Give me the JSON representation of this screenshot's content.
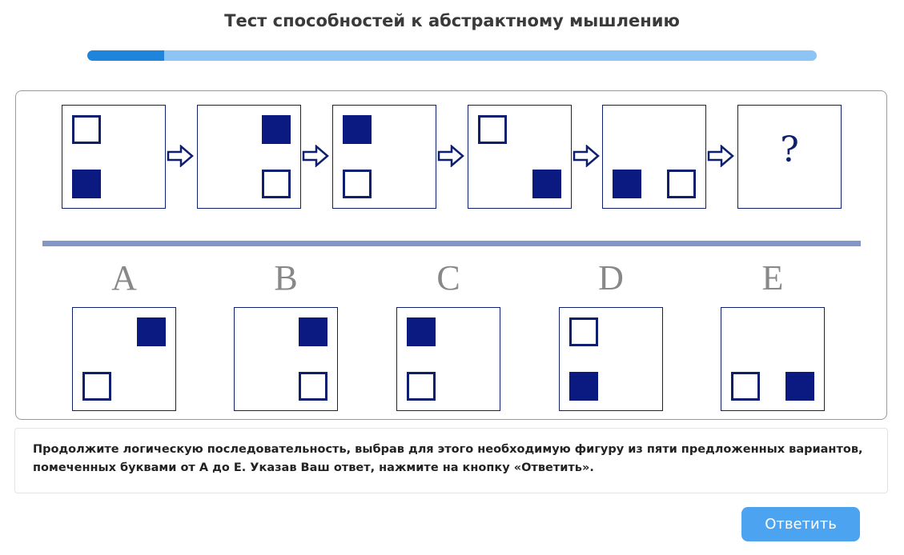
{
  "title": "Тест способностей к абстрактному мышлению",
  "progress": {
    "fraction": 0.105
  },
  "sequence": [
    {
      "squares": [
        {
          "pos": "top-left",
          "filled": false
        },
        {
          "pos": "bottom-left",
          "filled": true
        }
      ]
    },
    {
      "squares": [
        {
          "pos": "top-right",
          "filled": true
        },
        {
          "pos": "bottom-right",
          "filled": false
        }
      ]
    },
    {
      "squares": [
        {
          "pos": "top-left",
          "filled": true
        },
        {
          "pos": "bottom-left",
          "filled": false
        }
      ]
    },
    {
      "squares": [
        {
          "pos": "top-left",
          "filled": false
        },
        {
          "pos": "bottom-right",
          "filled": true
        }
      ]
    },
    {
      "squares": [
        {
          "pos": "bottom-left",
          "filled": true
        },
        {
          "pos": "bottom-right",
          "filled": false
        }
      ]
    }
  ],
  "unknown_symbol": "?",
  "options": [
    {
      "letter": "A",
      "squares": [
        {
          "pos": "top-right",
          "filled": true
        },
        {
          "pos": "bottom-left",
          "filled": false
        }
      ]
    },
    {
      "letter": "B",
      "squares": [
        {
          "pos": "top-right",
          "filled": true
        },
        {
          "pos": "bottom-right",
          "filled": false
        }
      ]
    },
    {
      "letter": "C",
      "squares": [
        {
          "pos": "top-left",
          "filled": true
        },
        {
          "pos": "bottom-left",
          "filled": false
        }
      ]
    },
    {
      "letter": "D",
      "squares": [
        {
          "pos": "top-left",
          "filled": false
        },
        {
          "pos": "bottom-left",
          "filled": true
        }
      ]
    },
    {
      "letter": "E",
      "squares": [
        {
          "pos": "bottom-left",
          "filled": false
        },
        {
          "pos": "bottom-right",
          "filled": true
        }
      ]
    }
  ],
  "instructions": "Продолжите логическую последовательность, выбрав для этого необходимую фигуру из пяти предложенных вариантов, помеченных буквами от А до Е. Указав Ваш ответ, нажмите на кнопку «Ответить».",
  "answer_button": "Ответить",
  "colors": {
    "accent": "#4ca3ef",
    "progress_fill": "#1f84dc",
    "progress_track": "#8cc4f5",
    "figure": "#0a1a80",
    "divider": "#8496c8"
  },
  "icons": {
    "sequence_arrow": "arrow-right-outline-icon"
  }
}
